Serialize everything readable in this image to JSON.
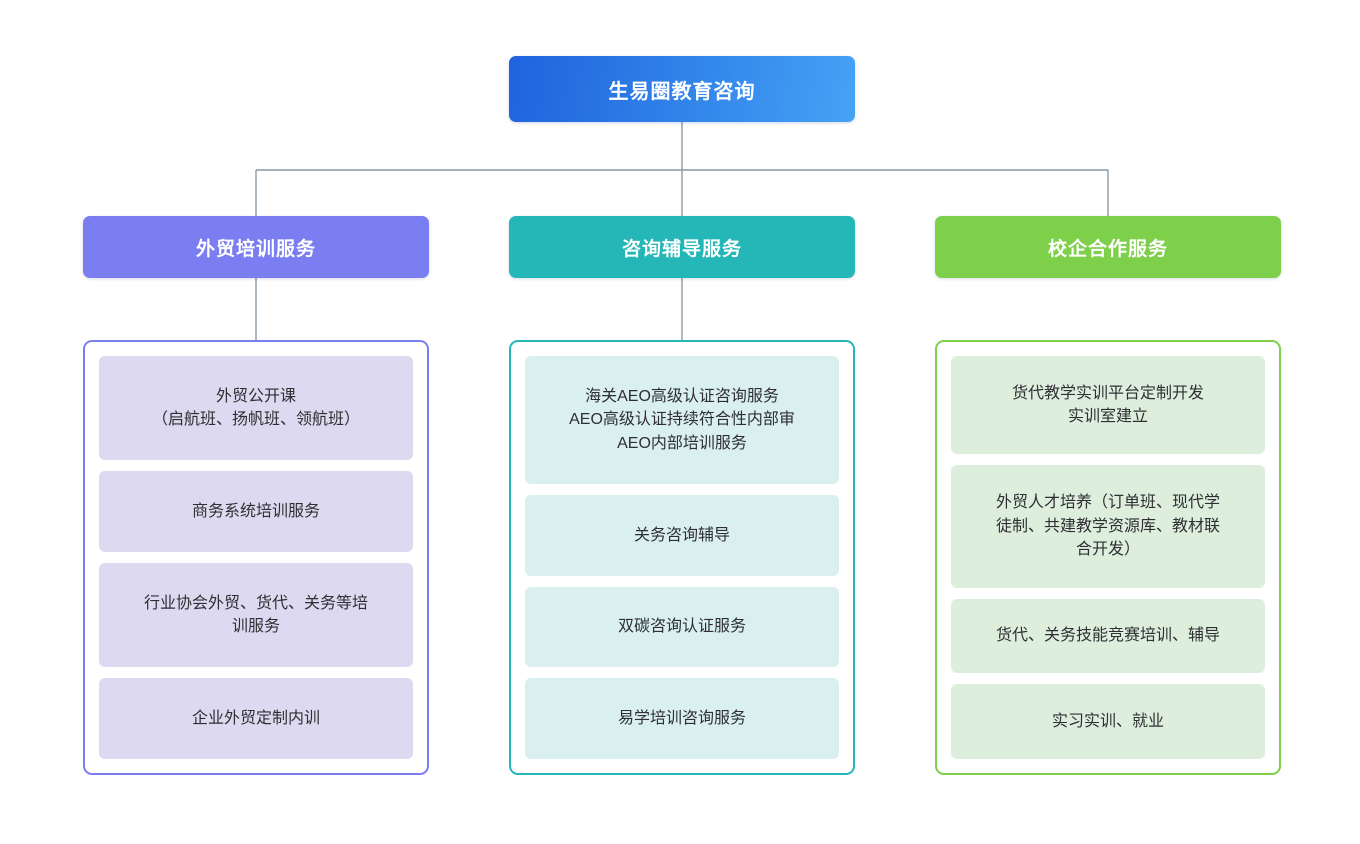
{
  "diagram": {
    "type": "organizational-tree",
    "title": "生易圈教育咨询",
    "root": {
      "label": "生易圈教育咨询",
      "color": "#2f7fe8"
    },
    "connector_color": "#8a9aa5",
    "branches": [
      {
        "id": "foreign-trade-training",
        "header": "外贸培训服务",
        "header_color": "#7b7ef0",
        "panel_border": "#7b7ef0",
        "card_bg": "#ddd9f0",
        "has_stub": true,
        "items": [
          {
            "lines": [
              "外贸公开课",
              "（启航班、扬帆班、领航班）"
            ]
          },
          {
            "lines": [
              "商务系统培训服务"
            ]
          },
          {
            "lines": [
              "行业协会外贸、货代、关务等培",
              "训服务"
            ]
          },
          {
            "lines": [
              "企业外贸定制内训"
            ]
          }
        ]
      },
      {
        "id": "consulting-guidance",
        "header": "咨询辅导服务",
        "header_color": "#25b7b7",
        "panel_border": "#25b7b7",
        "card_bg": "#d9eff0",
        "has_stub": true,
        "items": [
          {
            "lines": [
              "海关AEO高级认证咨询服务",
              "AEO高级认证持续符合性内部审",
              "AEO内部培训服务"
            ]
          },
          {
            "lines": [
              "关务咨询辅导"
            ]
          },
          {
            "lines": [
              "双碳咨询认证服务"
            ]
          },
          {
            "lines": [
              "易学培训咨询服务"
            ]
          }
        ]
      },
      {
        "id": "school-enterprise-cooperation",
        "header": "校企合作服务",
        "header_color": "#7ed04b",
        "panel_border": "#7ed04b",
        "card_bg": "#ddeedd",
        "has_stub": false,
        "items": [
          {
            "lines": [
              "货代教学实训平台定制开发",
              "实训室建立"
            ]
          },
          {
            "lines": [
              "外贸人才培养（订单班、现代学",
              "徒制、共建教学资源库、教材联",
              "合开发）"
            ]
          },
          {
            "lines": [
              "货代、关务技能竞赛培训、辅导"
            ]
          },
          {
            "lines": [
              "实习实训、就业"
            ]
          }
        ]
      }
    ]
  }
}
